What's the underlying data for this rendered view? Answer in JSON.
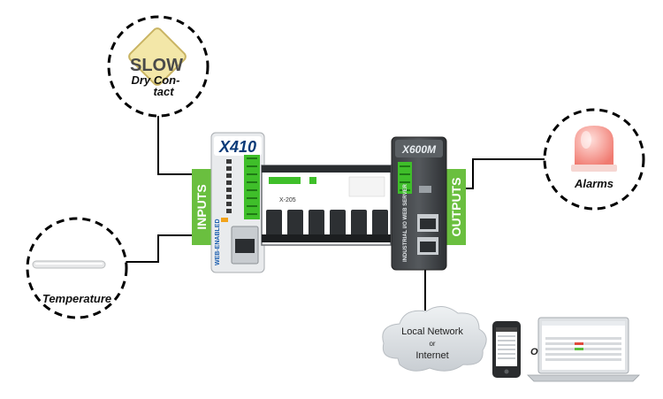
{
  "nodes": {
    "dry_contact": {
      "sign_text": "SLOW",
      "label_line1": "Dry Con-",
      "label_line2": "tact"
    },
    "temperature": {
      "label": "Temperature"
    },
    "alarms": {
      "label": "Alarms"
    },
    "network": {
      "line1": "Local Network",
      "line2": "or",
      "line3": "Internet"
    }
  },
  "tags": {
    "inputs": "INPUTS",
    "outputs": "OUTPUTS"
  },
  "devices": {
    "x410": {
      "brand": "X410",
      "side_text": "WEB-ENABLED"
    },
    "relay_board": {
      "model": "X-205"
    },
    "x600m": {
      "brand": "X600M",
      "side_text": "INDUSTRIAL I/O WEB SERVER"
    }
  },
  "or_label": "Or",
  "colors": {
    "tag_green": "#6abf3f",
    "connector_green": "#3fbf2a",
    "line": "#000000"
  }
}
